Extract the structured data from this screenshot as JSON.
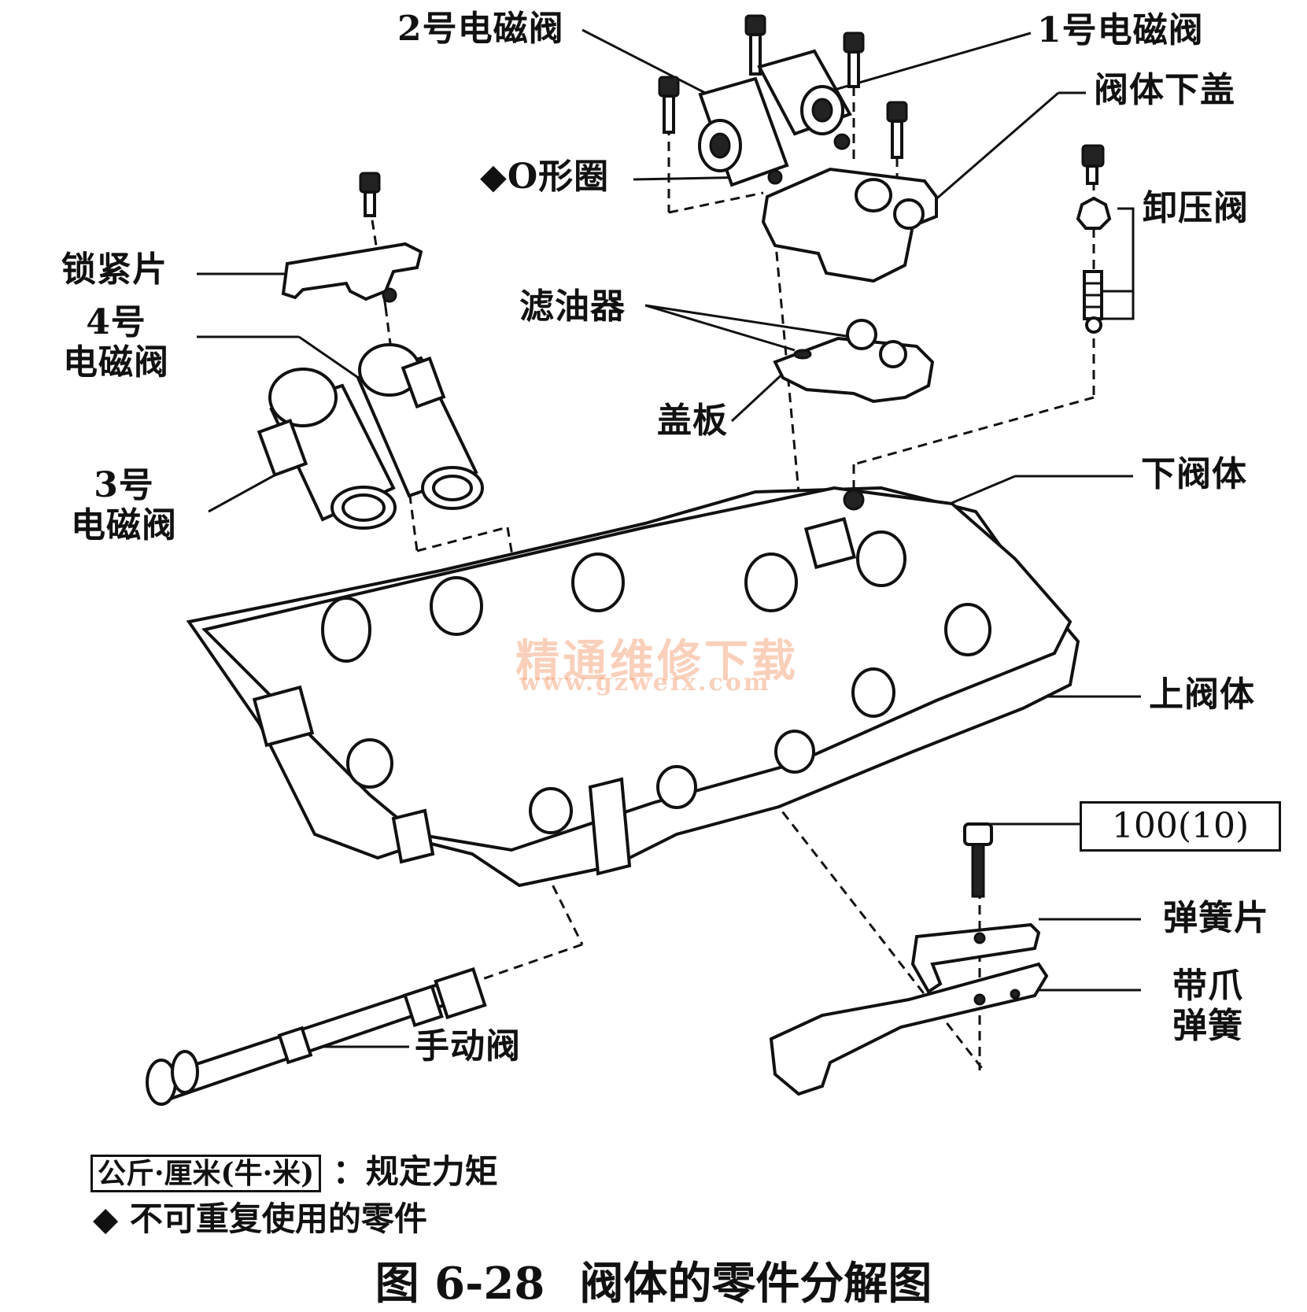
{
  "labels": {
    "solenoid2": "2号电磁阀",
    "solenoid1": "1号电磁阀",
    "lower_cover": "阀体下盖",
    "o_ring": "◆O形圈",
    "relief_valve": "卸压阀",
    "lock_plate": "锁紧片",
    "solenoid4": "4号\n电磁阀",
    "filter": "滤油器",
    "cover_plate": "盖板",
    "solenoid3": "3号\n电磁阀",
    "lower_body": "下阀体",
    "upper_body": "上阀体",
    "spring_plate": "弹簧片",
    "detent_spring": "带爪\n弹簧",
    "manual_valve": "手动阀"
  },
  "torque_value": "100(10)",
  "legend": {
    "unit_box": "公斤·厘米(牛·米)",
    "unit_desc": "：规定力矩",
    "non_reusable": "◆ 不可重复使用的零件"
  },
  "caption": {
    "number": "图 6-28",
    "title": "阀体的零件分解图"
  },
  "watermark": {
    "text": "精通维修下载",
    "url": "www.gzweix.com"
  }
}
